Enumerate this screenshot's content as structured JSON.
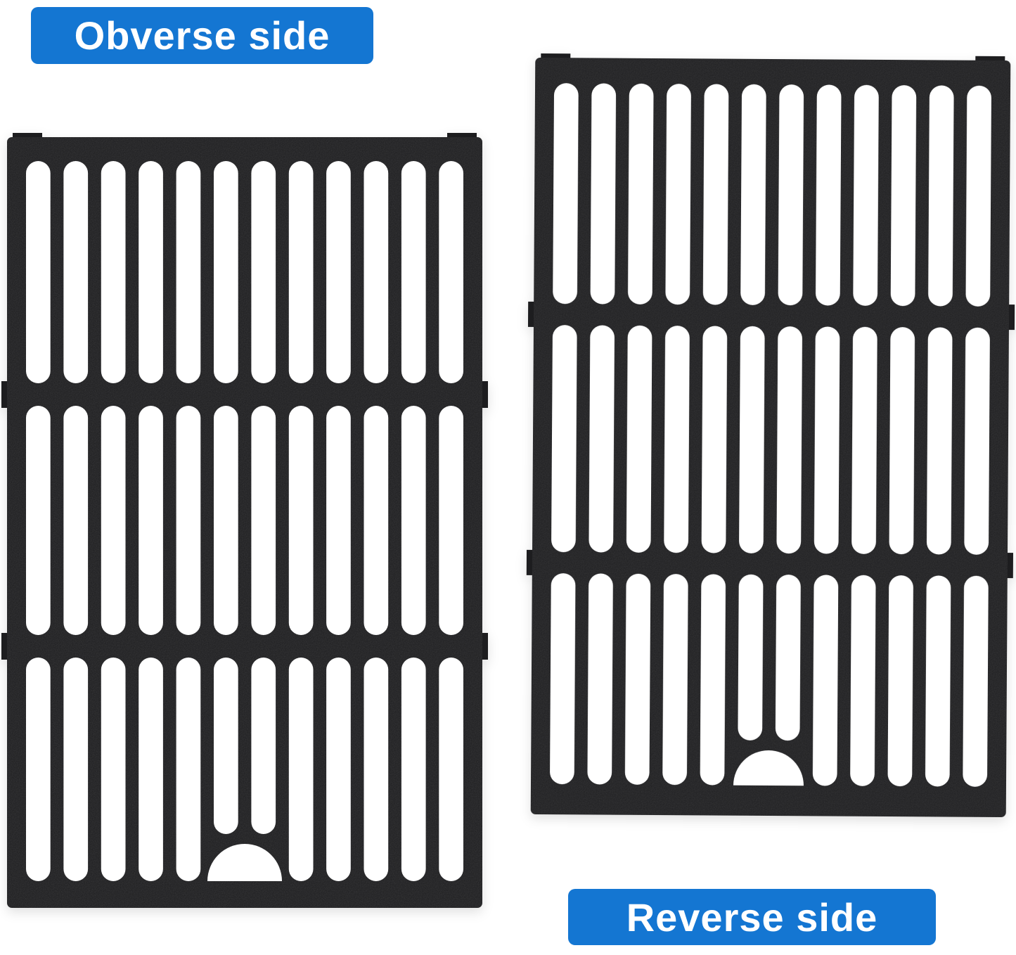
{
  "image_description": "Two matte cast-iron grill cooking grates photographed on a white background, one showing the front face and one showing the back face",
  "labels": {
    "obverse": "Obverse side",
    "reverse": "Reverse side"
  },
  "colors": {
    "label_bg": "#1476d2",
    "label_text": "#ffffff",
    "iron": "#1d1d1f",
    "background": "#ffffff"
  },
  "grates": [
    {
      "id": "obverse",
      "side_label": "Obverse side",
      "rows": 3,
      "slots_per_row": 12,
      "bottom_arch_notch": true
    },
    {
      "id": "reverse",
      "side_label": "Reverse side",
      "rows": 3,
      "slots_per_row": 12,
      "bottom_arch_notch": true
    }
  ]
}
